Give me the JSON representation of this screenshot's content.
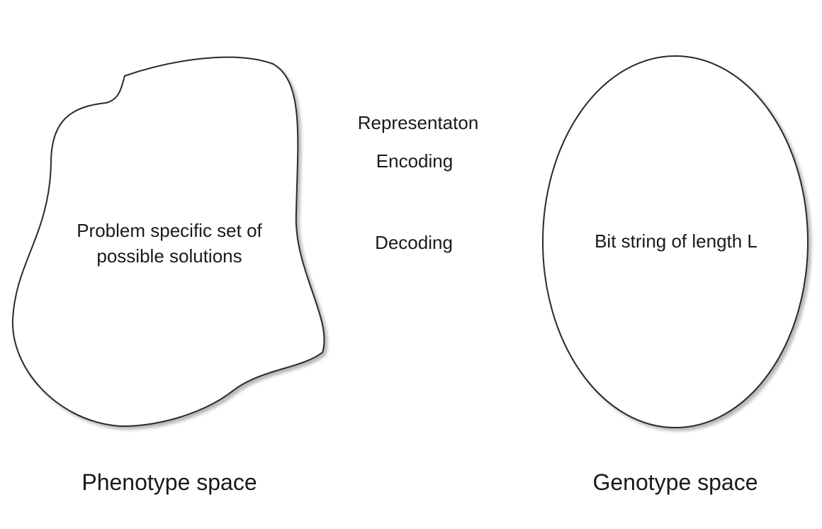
{
  "diagram": {
    "phenotype_shape_text_line1": "Problem specific set of",
    "phenotype_shape_text_line2": "possible solutions",
    "genotype_shape_text": "Bit string of length L",
    "representation_label": "Representaton",
    "encoding_label": "Encoding",
    "decoding_label": "Decoding",
    "phenotype_caption": "Phenotype space",
    "genotype_caption": "Genotype space"
  }
}
